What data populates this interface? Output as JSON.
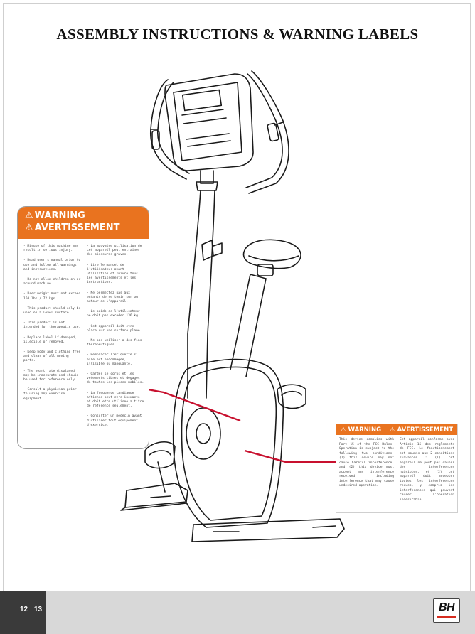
{
  "title": "ASSEMBLY INSTRUCTIONS & WARNING LABELS",
  "warning_label_1": {
    "heading_en": "WARNING",
    "heading_fr": "AVERTISSEMENT",
    "items_en": [
      "- Misuse of this machine may result in serious injury.",
      "- Read user's manual prior to use and follow all warnings and instructions.",
      "- Do not allow children on or around machine.",
      "- User weight must not exceed 160 lbs / 72 kgs.",
      "- This product should only be used on a level surface.",
      "- This product is not intended for therapeutic use.",
      "- Replace label if damaged, illegible or removed.",
      "- Keep body and clothing free and clear of all moving parts.",
      "- The heart rate displayed may be inaccurate and should be used for reference only.",
      "- Consult a physician prior to using any exercise equipment."
    ],
    "items_fr": [
      "- La mauvaise utilisation de cet appareil peut entrainer des blessures graves.",
      "- Lire le manuel de l'utilisateur avant utilisation et suivre tous les avertissements et les instructions.",
      "- Ne permettez pas aux enfants de se tenir sur ou autour de l'appareil.",
      "- Le poids de l'utilisateur ne doit pas exceder 136 kg.",
      "- Cet appareil doit etre place sur une surface plane.",
      "- Ne pas utiliser a des fins therapeutiques.",
      "- Remplacer l'etiquette si elle est endommagee, illisible ou manquante.",
      "- Garder le corps et les vetements libres et degages de toutes les pieces mobiles.",
      "- La frequence cardiaque affichee peut etre inexacte et doit etre utilisee a titre de reference seulement.",
      "- Consulter un medecin avant d'utiliser tout equipement d'exercice."
    ]
  },
  "warning_label_2": {
    "heading_en": "WARNING",
    "heading_fr": "AVERTISSEMENT",
    "text_en": "This device complies with Part 15 of the FCC Rules. Operation is subject to the following two conditions: (1) this device may not cause harmful interference, and (2) this device must accept any interference received, including interference that may cause undesired operation.",
    "text_fr": "Cet appareil conforme avec Article 15 des reglements de FCC. Le fonctionnement est soumis aux 2 conditions suivantes : (1) cet appareil ne peut pas causer des interferences nuisibles, et (2) cet appareil doit accepter toutes les interferences recues, y compris les interferences qui peuvent causer l'operation indesirable."
  },
  "footer": {
    "page_left": "12",
    "page_right": "13",
    "logo_text": "BH"
  },
  "colors": {
    "warning_orange": "#e9731f",
    "leader_red": "#c8102e",
    "footer_gray": "#d8d8d8",
    "footer_dark": "#3a3a3a"
  }
}
